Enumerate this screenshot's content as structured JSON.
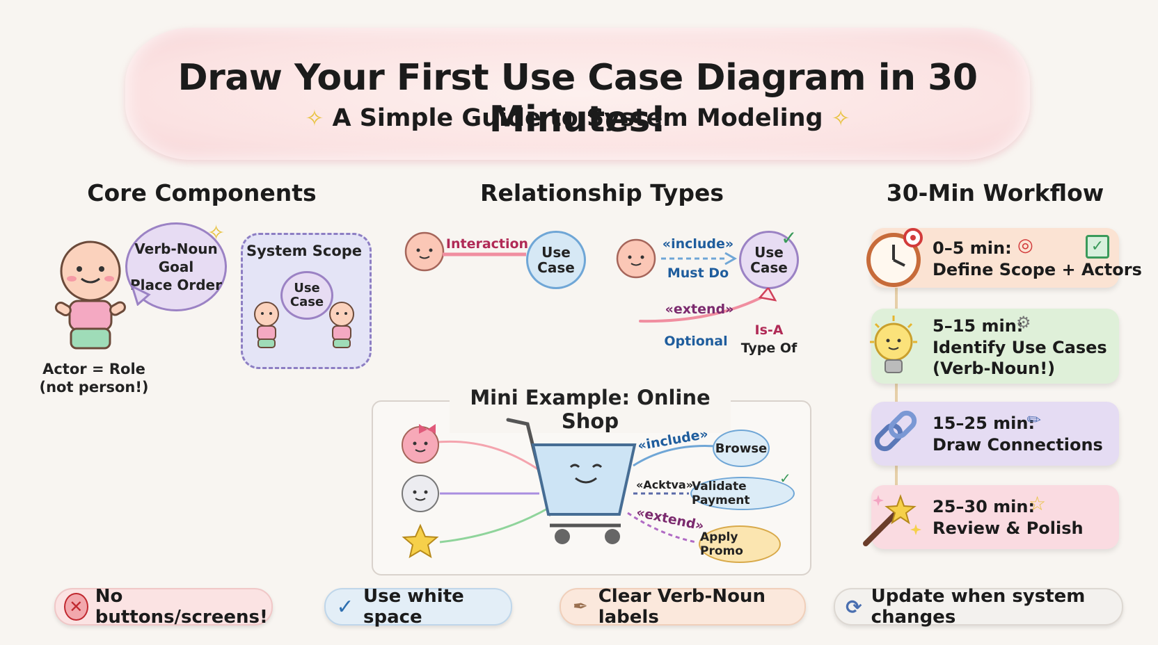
{
  "header": {
    "title": "Draw Your First Use Case Diagram in 30 Minutes!",
    "subtitle": "A Simple Guide to System Modeling",
    "sparkle": "✧"
  },
  "core": {
    "title": "Core Components",
    "bubble_lines": [
      "Verb-Noun",
      "Goal",
      "Place Order"
    ],
    "actor_label_lines": [
      "Actor = Role",
      "(not person!)"
    ],
    "scope_title": "System Scope",
    "scope_use_case": "Use Case"
  },
  "relationships": {
    "title": "Relationship Types",
    "interaction": "Interaction",
    "use_case": "Use Case",
    "include": "«include»",
    "must_do": "Must Do",
    "extend": "«extend»",
    "optional": "Optional",
    "is_a": "Is-A",
    "type_of": "Type Of"
  },
  "example": {
    "title": "Mini Example: Online Shop",
    "browse": "Browse",
    "include": "«include»",
    "validate": "Validate Payment",
    "validate_rel": "«Acktva»",
    "extend": "«extend»",
    "promo": "Apply Promo"
  },
  "workflow": {
    "title": "30-Min Workflow",
    "steps": [
      {
        "time": "0–5 min:",
        "desc": "Define Scope + Actors",
        "color": "#fbe3d3",
        "icon": "clock-icon"
      },
      {
        "time": "5–15 min:",
        "desc": "Identify Use Cases",
        "desc2": "(Verb-Noun!)",
        "color": "#dff0d9",
        "icon": "lightbulb-icon"
      },
      {
        "time": "15–25 min:",
        "desc": "Draw Connections",
        "color": "#e5dcf3",
        "icon": "link-icon"
      },
      {
        "time": "25–30 min:",
        "desc": "Review & Polish",
        "color": "#fadbe1",
        "icon": "magic-wand-icon"
      }
    ]
  },
  "tips": [
    {
      "text": "No buttons/screens!",
      "color": "#fbe3e3",
      "icon": "cross-icon"
    },
    {
      "text": "Use white space",
      "color": "#e3eef7",
      "icon": "check-icon"
    },
    {
      "text": "Clear Verb-Noun labels",
      "color": "#fbe8dc",
      "icon": "feather-icon"
    },
    {
      "text": "Update when system changes",
      "color": "#f3f1ee",
      "icon": "refresh-icon"
    }
  ],
  "colors": {
    "pink": "#f4a4ae",
    "blue": "#6fa6d6",
    "purple": "#9b82c4",
    "crimson": "#b02a56"
  }
}
